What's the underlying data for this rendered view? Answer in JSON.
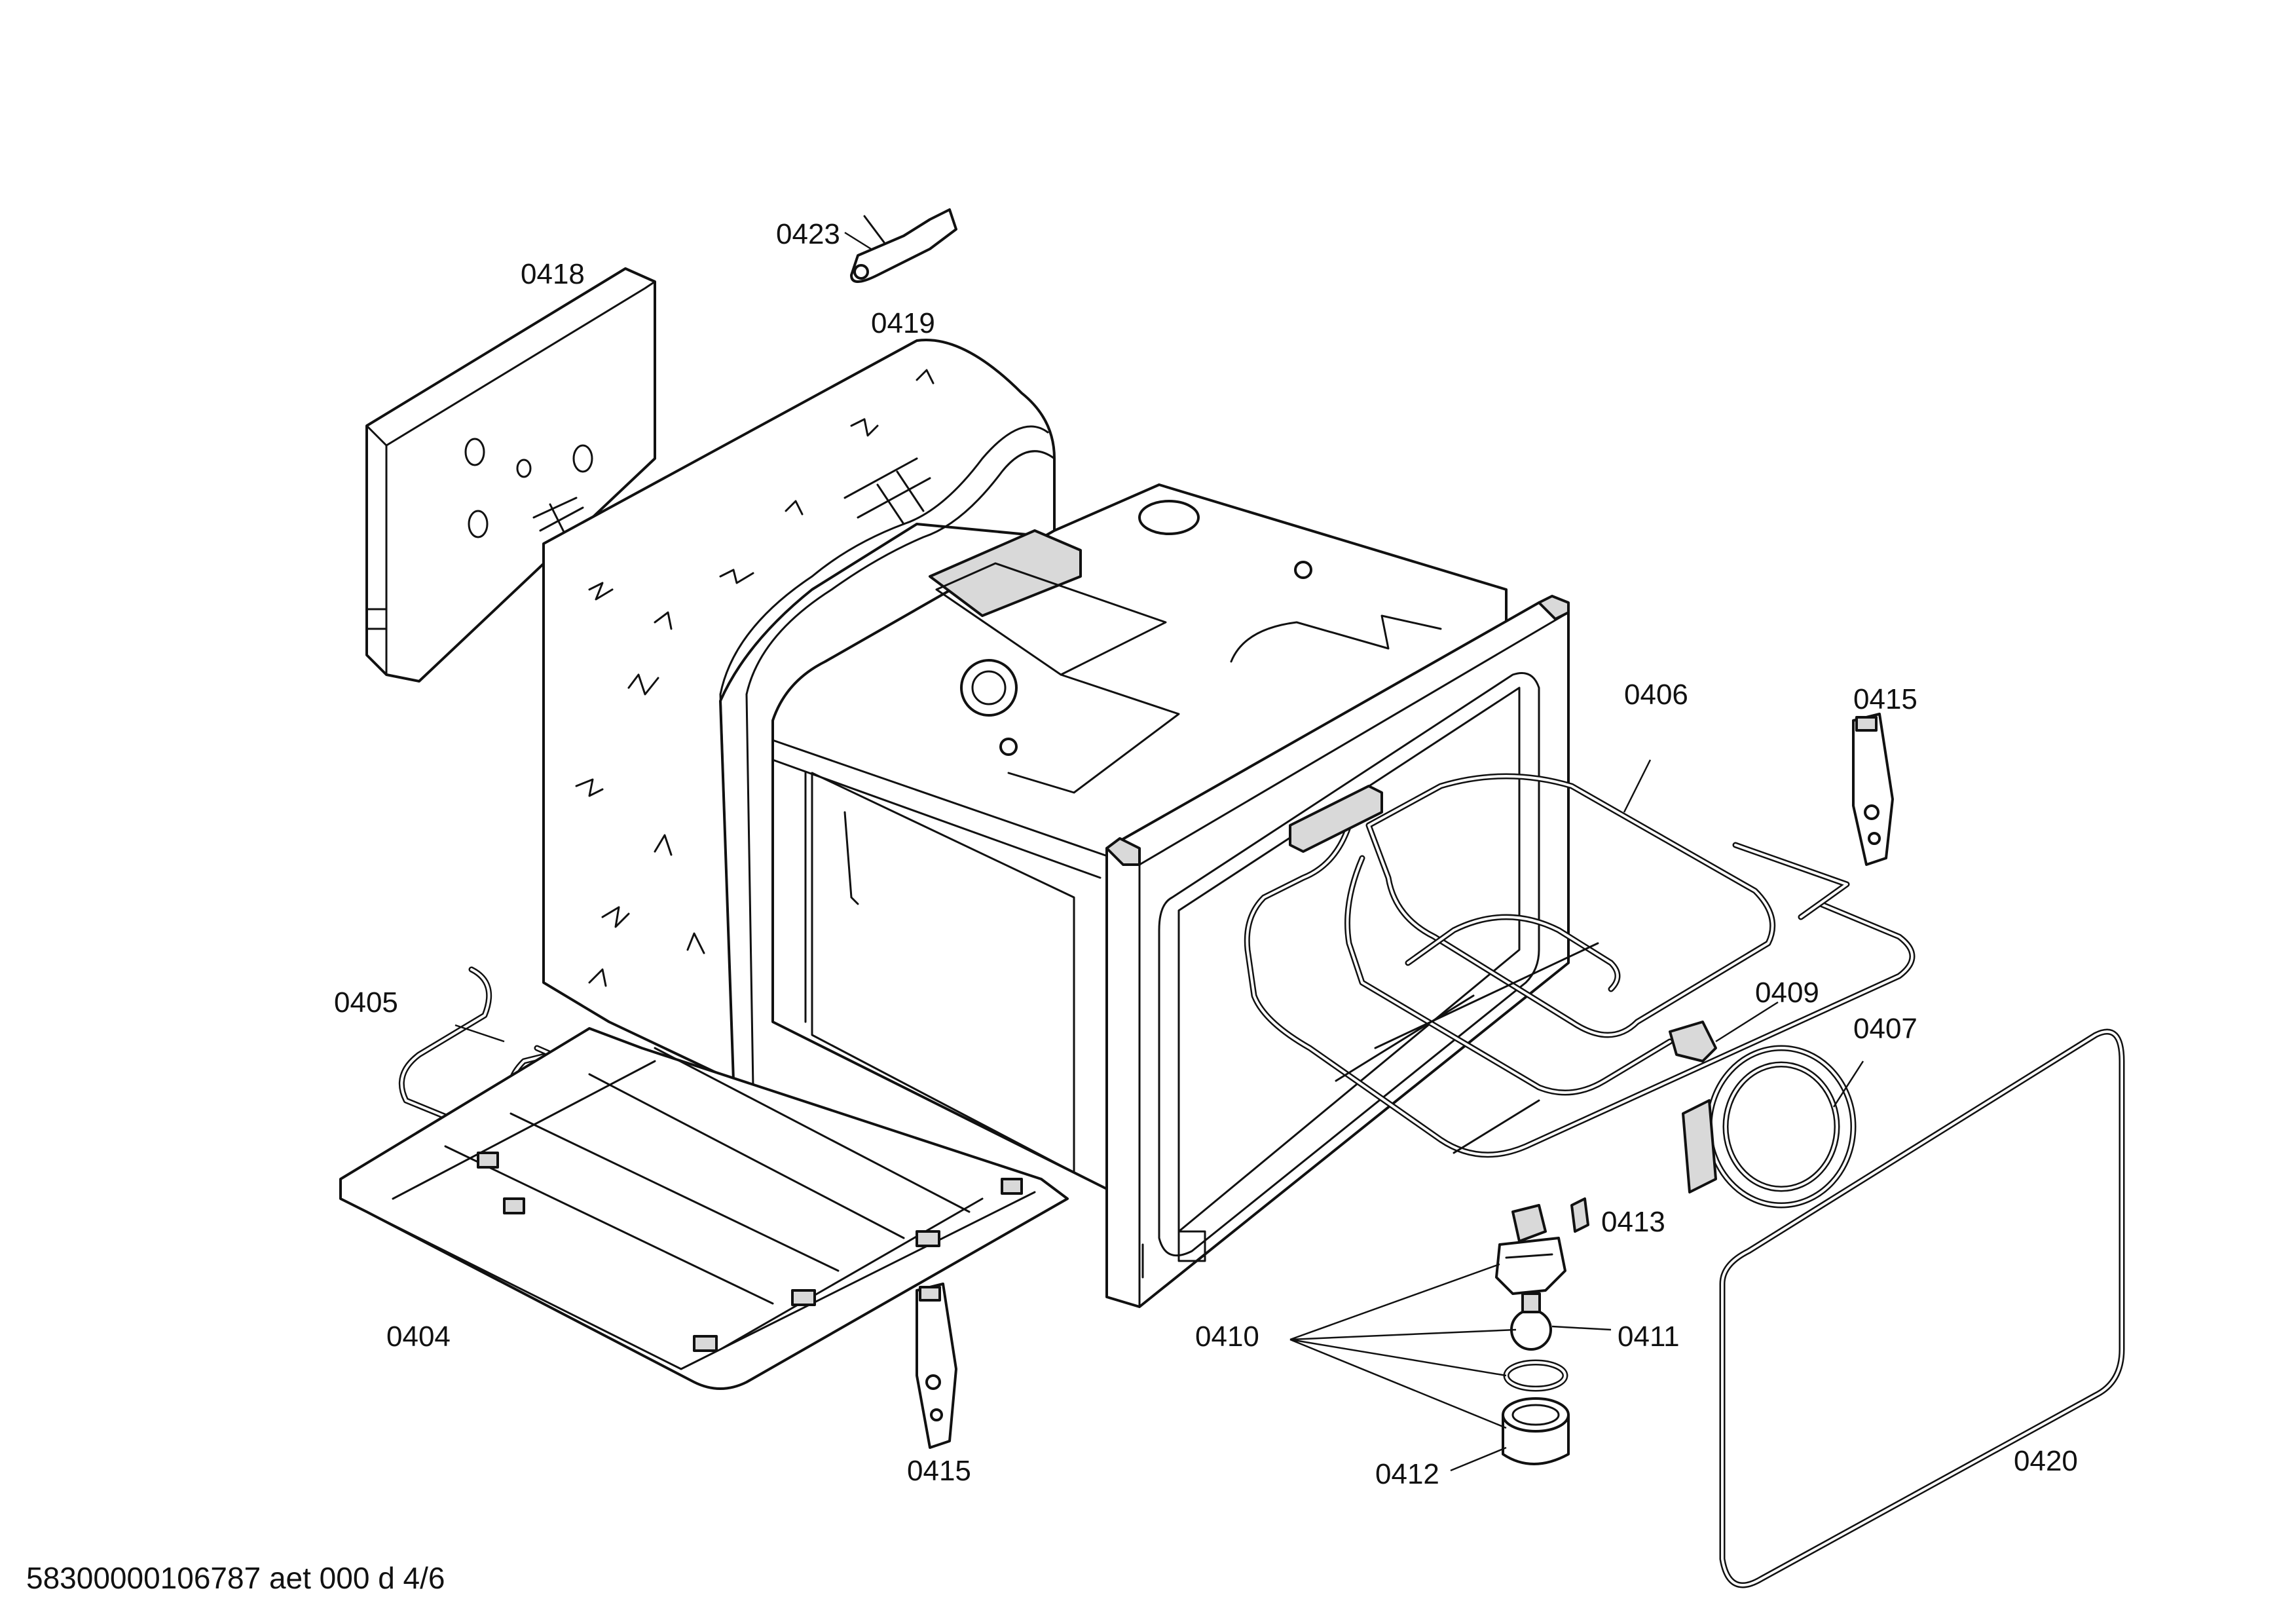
{
  "diagram": {
    "callouts": {
      "c0423": "0423",
      "c0418": "0418",
      "c0419": "0419",
      "c0406": "0406",
      "c0415a": "0415",
      "c0405": "0405",
      "c0409": "0409",
      "c0407": "0407",
      "c0413": "0413",
      "c0410": "0410",
      "c0411": "0411",
      "c0404": "0404",
      "c0415b": "0415",
      "c0412": "0412",
      "c0420": "0420"
    },
    "footer_code": "58300000106787 aet 000 d 4/6"
  }
}
